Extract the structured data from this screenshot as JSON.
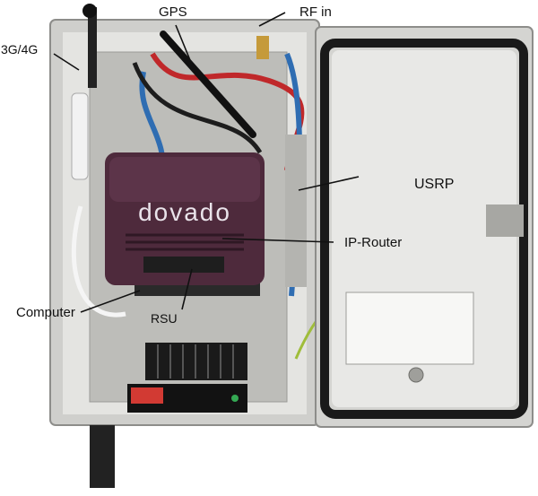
{
  "labels": {
    "gps": "GPS",
    "rf_in": "RF in",
    "cellular": "3G/4G",
    "usrp": "USRP",
    "ip_router": "IP-Router",
    "computer": "Computer",
    "rsu": "RSU"
  },
  "router_brand": "dovado",
  "colors": {
    "enclosure": "#d9d9d6",
    "router": "#4e2a3c",
    "door_gasket": "#1a1a1a"
  }
}
